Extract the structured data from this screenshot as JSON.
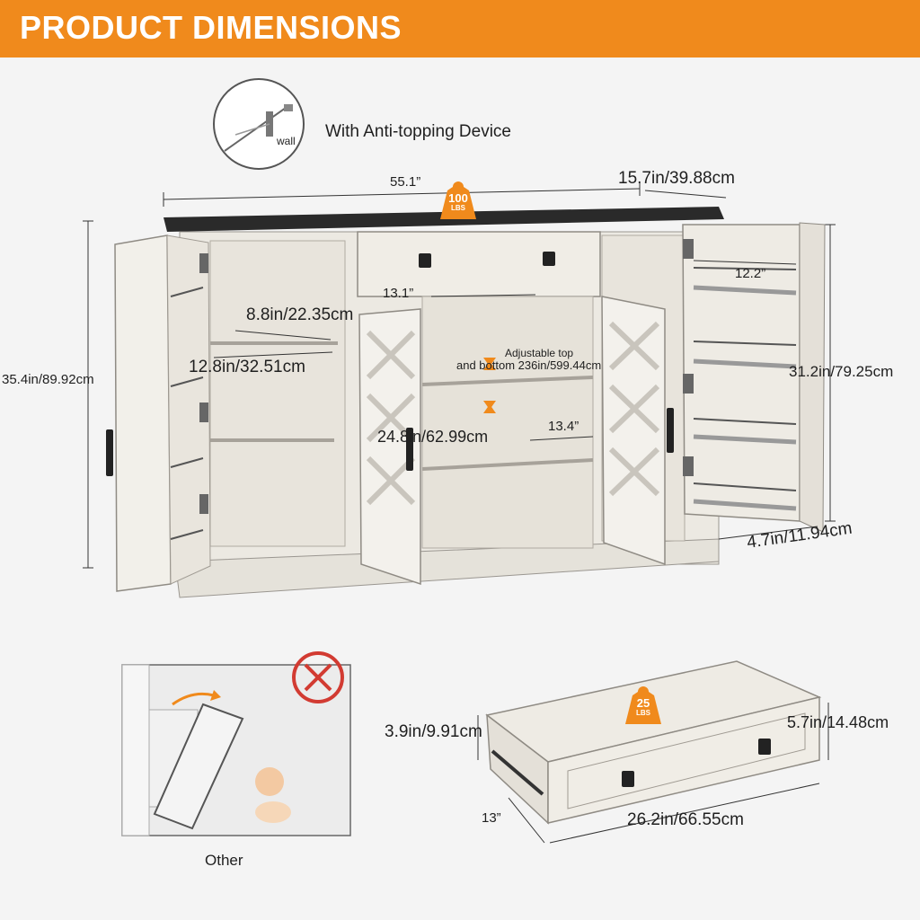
{
  "banner": {
    "title": "PRODUCT DIMENSIONS"
  },
  "anti_tip": {
    "label": "With Anti-topping Device",
    "wall_label": "wall"
  },
  "dimensions": {
    "width": "55.1”",
    "depth": "15.7in/39.88cm",
    "height": "35.4in/89.92cm",
    "right_height": "31.2in/79.25cm",
    "foot_height": "4.7in/11.94cm",
    "left_shelf_depth": "8.8in/22.35cm",
    "left_shelf_width": "12.8in/32.51cm",
    "door_width": "13.1”",
    "right_door_width": "12.2”",
    "center_width": "24.8in/62.99cm",
    "center_depth": "13.4”",
    "adjustable_line1": "Adjustable top",
    "adjustable_line2": "and bottom 236in/599.44cm"
  },
  "top_badge": {
    "value": "100",
    "unit": "LBS"
  },
  "drawer": {
    "badge_value": "25",
    "badge_unit": "LBS",
    "inner_height": "3.9in/9.91cm",
    "outer_height": "5.7in/14.48cm",
    "depth": "13”",
    "width": "26.2in/66.55cm"
  },
  "other_panel": {
    "label": "Other"
  },
  "colors": {
    "banner": "#f08a1c",
    "badge": "#f08a1c",
    "prohibit": "#d23b32",
    "wood": "#ece9e2",
    "top": "#2a2a2a"
  }
}
